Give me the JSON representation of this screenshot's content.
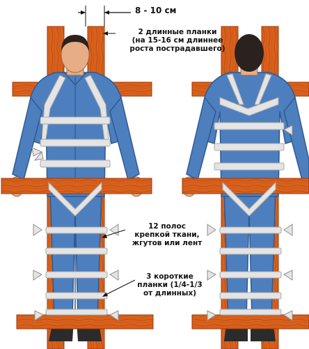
{
  "labels": {
    "width_range": "8 - 10 см",
    "long_splints": "2 длинные планки\n(на 15-16 см длиннее\nроста пострадавшего)",
    "fabric_strips": "12 полос\nкрепкой ткани,\nжгутов или лент",
    "short_splints": "3 короткие\nпланки (1/4-1/3\nот длинных)"
  },
  "colors": {
    "wood": "#d9611c",
    "wood_dark": "#9c3a0c",
    "suit": "#4d7fbe",
    "suit_dark": "#2f5a92",
    "strap": "#e4e4e4",
    "strap_shadow": "#a9a9a9",
    "skin": "#e7ad86",
    "hair": "#2b2220",
    "boot": "#2b2b2b"
  }
}
